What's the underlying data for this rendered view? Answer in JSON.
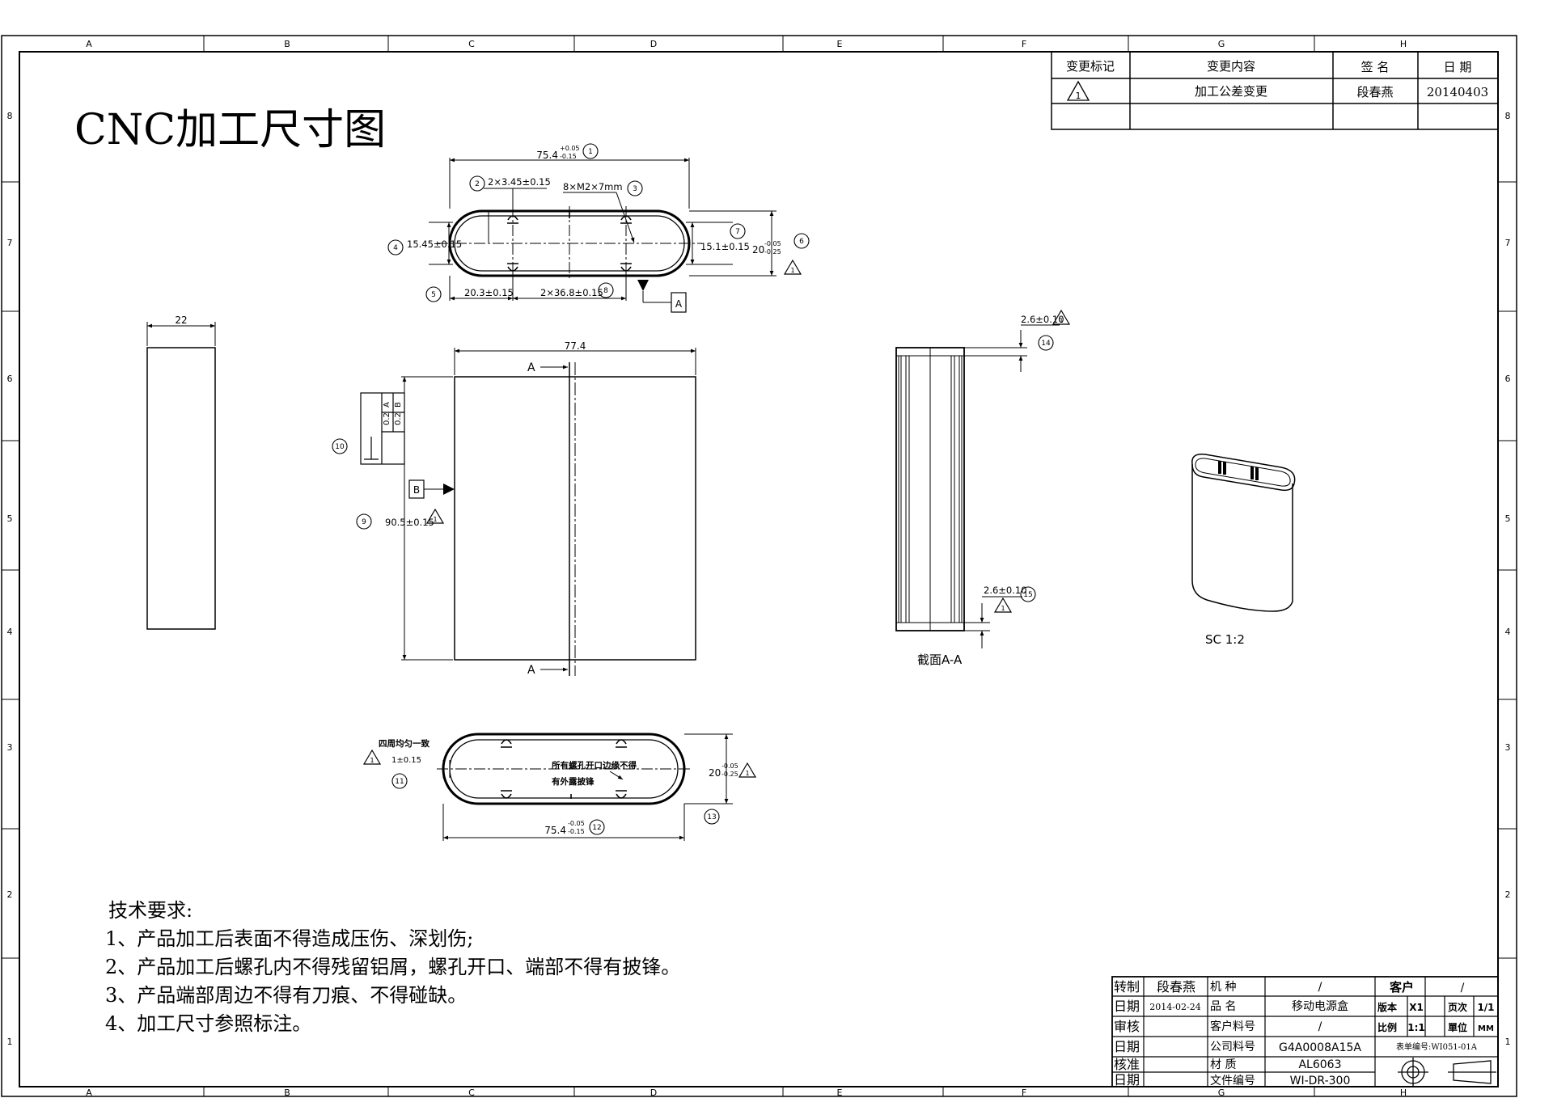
{
  "title": "CNC加工尺寸图",
  "zones_top": [
    "A",
    "B",
    "C",
    "D",
    "E",
    "F",
    "G",
    "H"
  ],
  "zones_side": [
    "8",
    "7",
    "6",
    "5",
    "4",
    "3",
    "2",
    "1"
  ],
  "revision_table": {
    "headers": [
      "变更标记",
      "变更内容",
      "签 名",
      "日 期"
    ],
    "row": {
      "mark_icon": "warning-triangle-1",
      "mark_label": "1",
      "content": "加工公差变更",
      "signer": "段春燕",
      "date": "20140403"
    }
  },
  "top_view": {
    "dim_length": "75.4",
    "dim_length_tol_up": "+0.05",
    "dim_length_tol_low": "-0.15",
    "callout_length": "1",
    "dim_holes": "2×3.45±0.15",
    "callout_holes": "2",
    "dim_screw": "8×M2×7mm",
    "callout_screw": "3",
    "dim_height_left": "15.45±0.15",
    "callout_height_left": "4",
    "dim_offset": "20.3±0.15",
    "callout_offset": "5",
    "dim_pitch": "2×36.8±0.15",
    "callout_pitch": "8",
    "dim_height_right": "15.1±0.15",
    "callout_height_right": "7",
    "dim_width": "20",
    "dim_width_tol_up": "-0.05",
    "dim_width_tol_low": "-0.25",
    "callout_width": "6",
    "datum_a": "A"
  },
  "side_view": {
    "dim_width": "22"
  },
  "front_view": {
    "dim_width": "77.4",
    "section_mark": "A",
    "dim_height": "90.5±0.15",
    "callout_height": "9",
    "callout_fcf": "10",
    "fcf_tol_1": "0.2",
    "fcf_datum_1": "A",
    "fcf_tol_2": "0.2",
    "fcf_datum_2": "B",
    "datum_b": "B"
  },
  "section_view": {
    "label": "截面A-A",
    "dim_top": "2.6±0.10",
    "callout_top": "14",
    "dim_bottom": "2.6±0.10",
    "callout_bottom": "15"
  },
  "iso_view": {
    "scale_label": "SC 1:2"
  },
  "bottom_view": {
    "note_uniform": "四周均匀一致",
    "dim_thickness": "1±0.15",
    "callout_thickness": "11",
    "note_burr_1": "所有螺孔开口边缘不得",
    "note_burr_2": "有外露披锋",
    "dim_length": "75.4",
    "dim_length_tol_up": "-0.05",
    "dim_length_tol_low": "-0.15",
    "callout_length": "12",
    "dim_width": "20",
    "dim_width_tol_up": "-0.05",
    "dim_width_tol_low": "-0.25",
    "callout_width": "13"
  },
  "tech_requirements": {
    "heading": "技术要求:",
    "items": [
      "1、产品加工后表面不得造成压伤、深划伤;",
      "2、产品加工后螺孔内不得残留铝屑，螺孔开口、端部不得有披锋。",
      "3、产品端部周边不得有刀痕、不得碰缺。",
      "4、加工尺寸参照标注。"
    ]
  },
  "title_block": {
    "drafter_label": "转制",
    "drafter": "段春燕",
    "model_label": "机 种",
    "model": "/",
    "customer_label": "客户",
    "customer": "/",
    "date_label": "日期",
    "date": "2014-02-24",
    "name_label": "品 名",
    "name": "移动电源盒",
    "version_label": "版本",
    "version": "X1",
    "page_label": "页次",
    "page": "1/1",
    "review_label": "审核",
    "cust_part_label": "客户料号",
    "cust_part": "/",
    "scale_label": "比例",
    "scale": "1:1",
    "unit_label": "單位",
    "unit": "MM",
    "date2_label": "日期",
    "comp_part_label": "公司料号",
    "comp_part": "G4A0008A15A",
    "form_no": "表单编号:WI051-01A",
    "approve_label": "核准",
    "material_label": "材 质",
    "material": "AL6063",
    "date3_label": "日期",
    "file_no_label": "文件编号",
    "file_no": "WI-DR-300"
  }
}
